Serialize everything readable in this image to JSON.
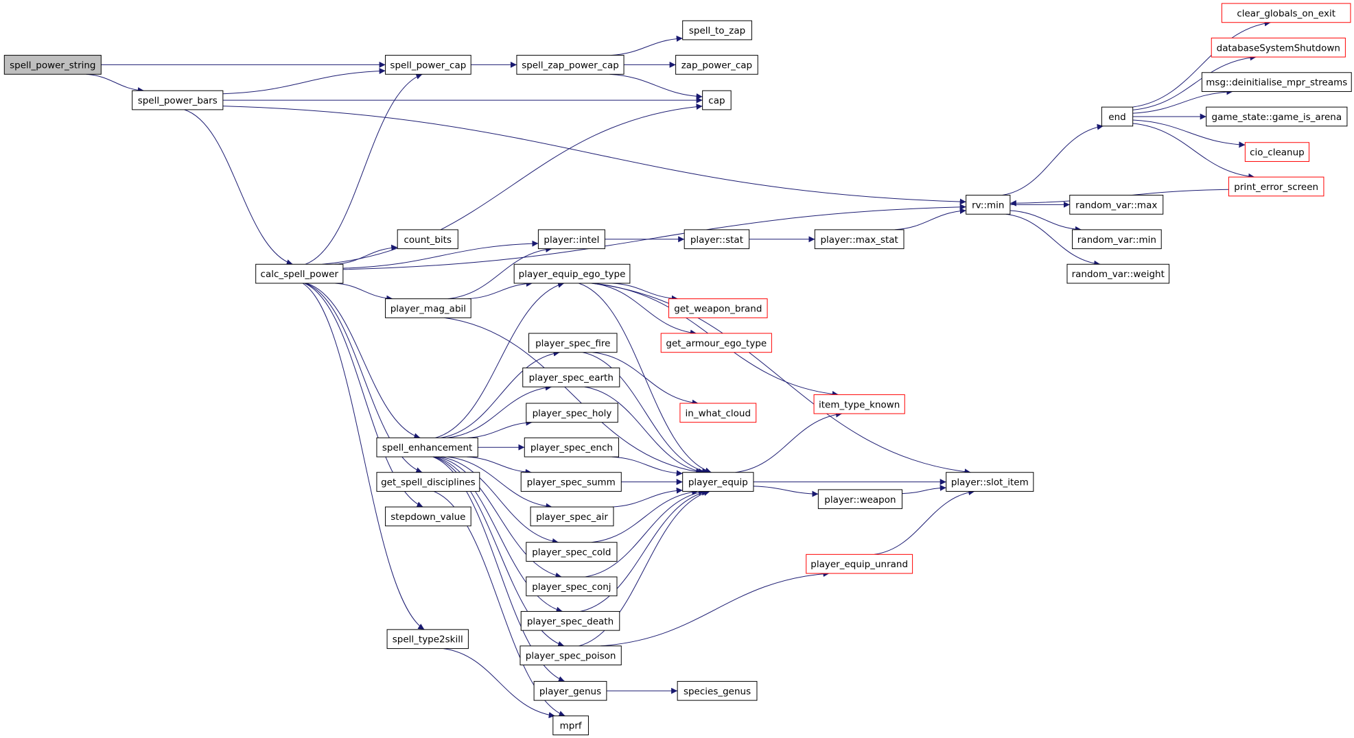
{
  "nodes": [
    {
      "id": "spell_power_string",
      "label": "spell_power_string",
      "root": true
    },
    {
      "id": "spell_power_bars",
      "label": "spell_power_bars"
    },
    {
      "id": "spell_power_cap",
      "label": "spell_power_cap"
    },
    {
      "id": "spell_zap_power_cap",
      "label": "spell_zap_power_cap"
    },
    {
      "id": "spell_to_zap",
      "label": "spell_to_zap"
    },
    {
      "id": "zap_power_cap",
      "label": "zap_power_cap"
    },
    {
      "id": "cap",
      "label": "cap"
    },
    {
      "id": "calc_spell_power",
      "label": "calc_spell_power"
    },
    {
      "id": "count_bits",
      "label": "count_bits"
    },
    {
      "id": "player_intel",
      "label": "player::intel"
    },
    {
      "id": "player_stat",
      "label": "player::stat"
    },
    {
      "id": "player_max_stat",
      "label": "player::max_stat"
    },
    {
      "id": "rv_min",
      "label": "rv::min"
    },
    {
      "id": "end",
      "label": "end"
    },
    {
      "id": "clear_globals_on_exit",
      "label": "clear_globals_on_exit",
      "truncated": true
    },
    {
      "id": "databaseSystemShutdown",
      "label": "databaseSystemShutdown",
      "truncated": true
    },
    {
      "id": "msg_deinitialise",
      "label": "msg::deinitialise_mpr_streams"
    },
    {
      "id": "game_is_arena",
      "label": "game_state::game_is_arena"
    },
    {
      "id": "cio_cleanup",
      "label": "cio_cleanup",
      "truncated": true
    },
    {
      "id": "print_error_screen",
      "label": "print_error_screen",
      "truncated": true
    },
    {
      "id": "random_var_max",
      "label": "random_var::max"
    },
    {
      "id": "random_var_min",
      "label": "random_var::min"
    },
    {
      "id": "random_var_weight",
      "label": "random_var::weight"
    },
    {
      "id": "player_mag_abil",
      "label": "player_mag_abil"
    },
    {
      "id": "player_equip_ego_type",
      "label": "player_equip_ego_type"
    },
    {
      "id": "get_weapon_brand",
      "label": "get_weapon_brand",
      "truncated": true
    },
    {
      "id": "get_armour_ego_type",
      "label": "get_armour_ego_type",
      "truncated": true
    },
    {
      "id": "item_type_known",
      "label": "item_type_known",
      "truncated": true
    },
    {
      "id": "in_what_cloud",
      "label": "in_what_cloud",
      "truncated": true
    },
    {
      "id": "player_spec_fire",
      "label": "player_spec_fire"
    },
    {
      "id": "player_spec_earth",
      "label": "player_spec_earth"
    },
    {
      "id": "player_spec_holy",
      "label": "player_spec_holy"
    },
    {
      "id": "player_spec_ench",
      "label": "player_spec_ench"
    },
    {
      "id": "player_spec_summ",
      "label": "player_spec_summ"
    },
    {
      "id": "player_spec_air",
      "label": "player_spec_air"
    },
    {
      "id": "player_spec_cold",
      "label": "player_spec_cold"
    },
    {
      "id": "player_spec_conj",
      "label": "player_spec_conj"
    },
    {
      "id": "player_spec_death",
      "label": "player_spec_death"
    },
    {
      "id": "player_spec_poison",
      "label": "player_spec_poison"
    },
    {
      "id": "player_genus",
      "label": "player_genus"
    },
    {
      "id": "species_genus",
      "label": "species_genus"
    },
    {
      "id": "spell_enhancement",
      "label": "spell_enhancement"
    },
    {
      "id": "get_spell_disciplines",
      "label": "get_spell_disciplines"
    },
    {
      "id": "stepdown_value",
      "label": "stepdown_value"
    },
    {
      "id": "spell_type2skill",
      "label": "spell_type2skill"
    },
    {
      "id": "mprf",
      "label": "mprf"
    },
    {
      "id": "player_equip",
      "label": "player_equip"
    },
    {
      "id": "player_weapon",
      "label": "player::weapon"
    },
    {
      "id": "player_slot_item",
      "label": "player::slot_item"
    },
    {
      "id": "player_equip_unrand",
      "label": "player_equip_unrand",
      "truncated": true
    }
  ],
  "edges": [
    [
      "spell_power_string",
      "spell_power_cap"
    ],
    [
      "spell_power_string",
      "spell_power_bars"
    ],
    [
      "spell_power_bars",
      "spell_power_cap"
    ],
    [
      "spell_power_bars",
      "cap"
    ],
    [
      "spell_power_bars",
      "rv_min"
    ],
    [
      "spell_power_bars",
      "calc_spell_power"
    ],
    [
      "spell_power_cap",
      "spell_zap_power_cap"
    ],
    [
      "spell_zap_power_cap",
      "spell_to_zap"
    ],
    [
      "spell_zap_power_cap",
      "zap_power_cap"
    ],
    [
      "spell_zap_power_cap",
      "cap"
    ],
    [
      "calc_spell_power",
      "spell_power_cap"
    ],
    [
      "calc_spell_power",
      "cap"
    ],
    [
      "calc_spell_power",
      "rv_min"
    ],
    [
      "calc_spell_power",
      "count_bits"
    ],
    [
      "calc_spell_power",
      "player_intel"
    ],
    [
      "calc_spell_power",
      "player_mag_abil"
    ],
    [
      "calc_spell_power",
      "spell_enhancement"
    ],
    [
      "calc_spell_power",
      "get_spell_disciplines"
    ],
    [
      "calc_spell_power",
      "stepdown_value"
    ],
    [
      "calc_spell_power",
      "spell_type2skill"
    ],
    [
      "player_intel",
      "player_stat"
    ],
    [
      "player_stat",
      "player_max_stat"
    ],
    [
      "player_max_stat",
      "rv_min"
    ],
    [
      "rv_min",
      "end"
    ],
    [
      "rv_min",
      "random_var_max"
    ],
    [
      "rv_min",
      "random_var_min"
    ],
    [
      "rv_min",
      "random_var_weight"
    ],
    [
      "end",
      "clear_globals_on_exit"
    ],
    [
      "end",
      "databaseSystemShutdown"
    ],
    [
      "end",
      "msg_deinitialise"
    ],
    [
      "end",
      "game_is_arena"
    ],
    [
      "end",
      "cio_cleanup"
    ],
    [
      "end",
      "print_error_screen"
    ],
    [
      "print_error_screen",
      "rv_min"
    ],
    [
      "player_mag_abil",
      "player_intel"
    ],
    [
      "player_mag_abil",
      "player_equip_ego_type"
    ],
    [
      "player_mag_abil",
      "player_equip"
    ],
    [
      "player_equip_ego_type",
      "get_weapon_brand"
    ],
    [
      "player_equip_ego_type",
      "get_armour_ego_type"
    ],
    [
      "player_equip_ego_type",
      "item_type_known"
    ],
    [
      "player_equip_ego_type",
      "player_slot_item"
    ],
    [
      "player_equip_ego_type",
      "player_equip"
    ],
    [
      "spell_enhancement",
      "player_equip_ego_type"
    ],
    [
      "spell_enhancement",
      "player_spec_fire"
    ],
    [
      "spell_enhancement",
      "player_spec_earth"
    ],
    [
      "spell_enhancement",
      "player_spec_holy"
    ],
    [
      "spell_enhancement",
      "player_spec_ench"
    ],
    [
      "spell_enhancement",
      "player_spec_summ"
    ],
    [
      "spell_enhancement",
      "player_spec_air"
    ],
    [
      "spell_enhancement",
      "player_spec_cold"
    ],
    [
      "spell_enhancement",
      "player_spec_conj"
    ],
    [
      "spell_enhancement",
      "player_spec_death"
    ],
    [
      "spell_enhancement",
      "player_spec_poison"
    ],
    [
      "spell_enhancement",
      "player_genus"
    ],
    [
      "get_spell_disciplines",
      "mprf"
    ],
    [
      "spell_type2skill",
      "mprf"
    ],
    [
      "player_spec_fire",
      "in_what_cloud"
    ],
    [
      "player_spec_fire",
      "player_equip"
    ],
    [
      "player_spec_earth",
      "player_equip"
    ],
    [
      "player_spec_ench",
      "player_equip"
    ],
    [
      "player_spec_summ",
      "player_equip"
    ],
    [
      "player_spec_air",
      "player_equip"
    ],
    [
      "player_spec_cold",
      "player_equip"
    ],
    [
      "player_spec_conj",
      "player_equip"
    ],
    [
      "player_spec_death",
      "player_equip"
    ],
    [
      "player_spec_poison",
      "player_equip"
    ],
    [
      "player_spec_poison",
      "player_equip_unrand"
    ],
    [
      "player_genus",
      "species_genus"
    ],
    [
      "player_equip",
      "item_type_known"
    ],
    [
      "player_equip",
      "player_slot_item"
    ],
    [
      "player_equip",
      "player_weapon"
    ],
    [
      "player_weapon",
      "player_slot_item"
    ],
    [
      "player_equip_unrand",
      "player_slot_item"
    ]
  ]
}
